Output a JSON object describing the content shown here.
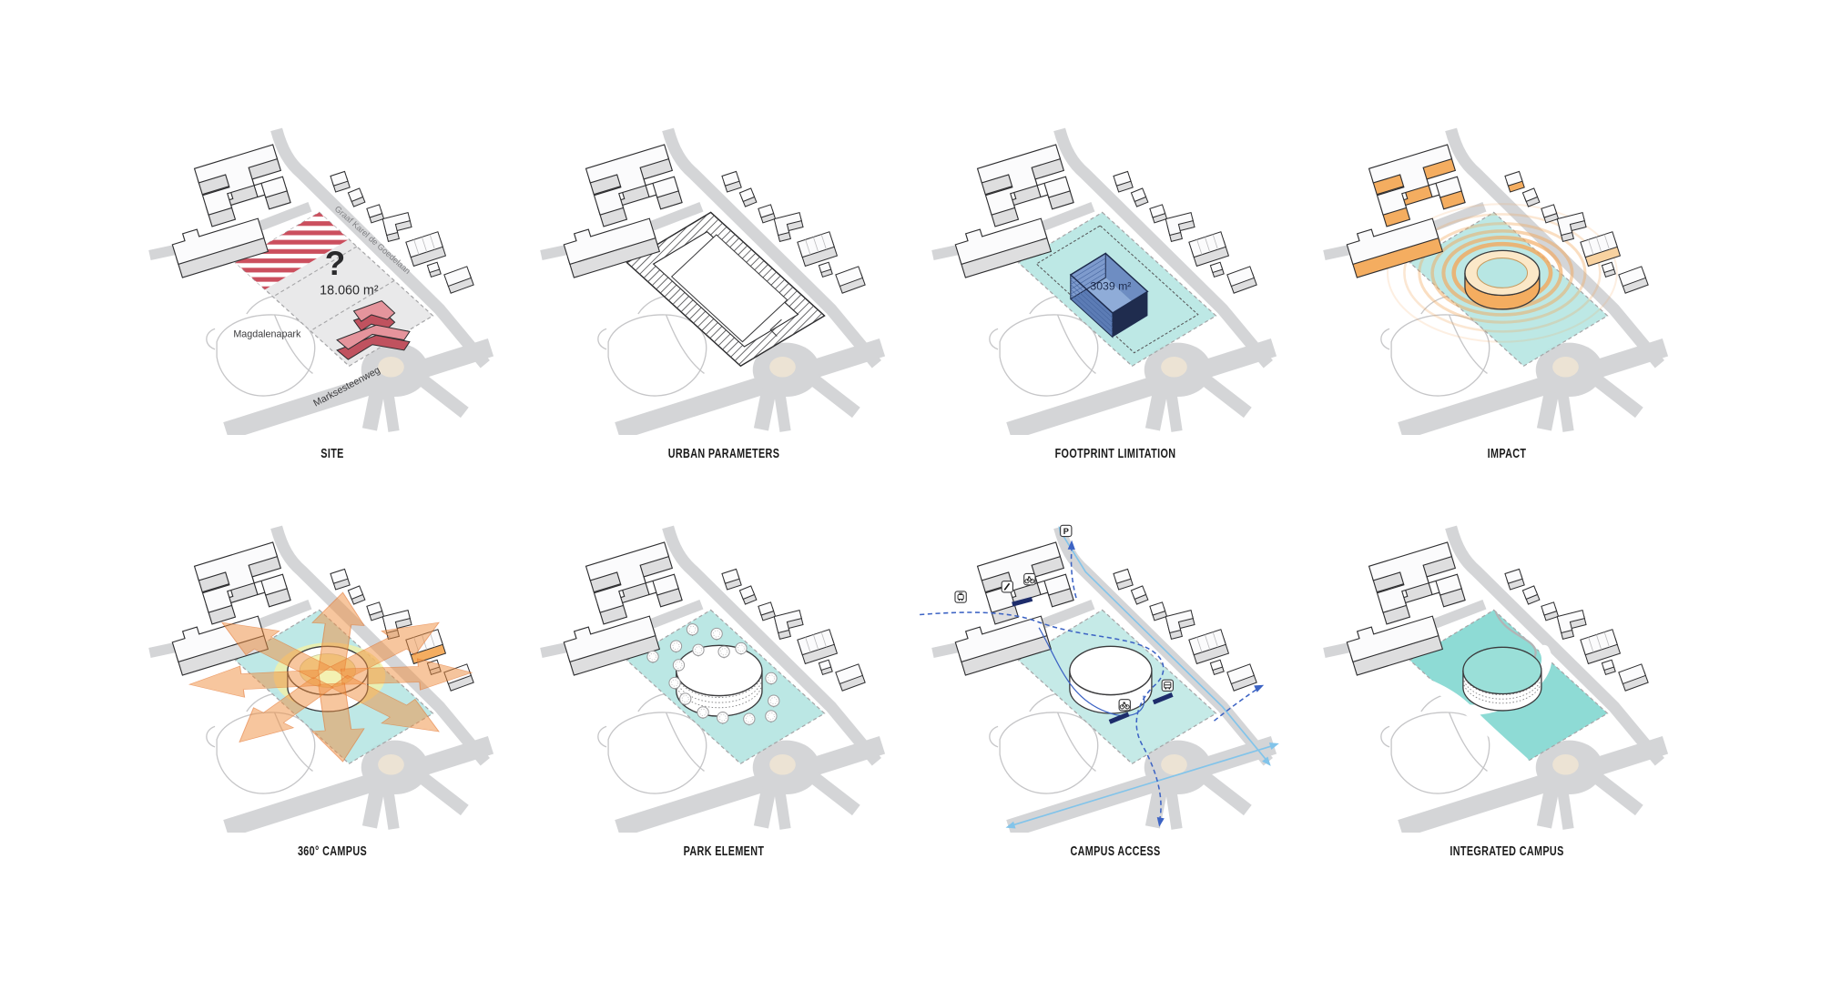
{
  "panels": [
    {
      "id": "site",
      "label": "SITE",
      "annotations": {
        "question_mark": "?",
        "area": "18.060 m²",
        "street_1": "Graaf Karel de Goedelaan",
        "park_name": "Magdalenapark",
        "street_2": "Marksesteenweg"
      }
    },
    {
      "id": "urban-parameters",
      "label": "URBAN PARAMETERS",
      "annotations": {}
    },
    {
      "id": "footprint-limitation",
      "label": "FOOTPRINT LIMITATION",
      "annotations": {
        "area": "3039 m²"
      }
    },
    {
      "id": "impact",
      "label": "IMPACT",
      "annotations": {}
    },
    {
      "id": "360-campus",
      "label": "360° CAMPUS",
      "annotations": {}
    },
    {
      "id": "park-element",
      "label": "PARK ELEMENT",
      "annotations": {}
    },
    {
      "id": "campus-access",
      "label": "CAMPUS ACCESS",
      "annotations": {
        "parking": "P"
      },
      "icons": [
        "parking-badge",
        "tram-badge",
        "crossing-badge",
        "bike-badge",
        "bus-badge"
      ]
    },
    {
      "id": "integrated-campus",
      "label": "INTEGRATED CAMPUS",
      "annotations": {}
    }
  ],
  "colors": {
    "road_gray": "#d4d5d7",
    "roundabout_beige": "#ece3d4",
    "park_line": "#c6c6c8",
    "site_gray": "#e9e9ea",
    "site_dash": "#a6a6a8",
    "teal": "#b7e6e3",
    "teal_strong": "#8edbd5",
    "teal_light": "#c2e9e6",
    "red": "#cb4f5e",
    "red_roof": "#e5949c",
    "red_wall": "#c0525f",
    "orange": "#f2a85c",
    "orange_wall": "#f4ad60",
    "orange_arrow": "#ef8e3e",
    "arrow_edge": "#e2702a",
    "cream": "#fbe8c8",
    "glow_yellow": "#f5f1a2",
    "box_wall": "#5c7cb5",
    "box_wall_light": "#7e9bcd",
    "box_floor": "#8facd8",
    "box_dark": "#1f2c4e",
    "box_line": "#1d2b4d",
    "route_blue": "#3c63c4",
    "route_light": "#82c4ea",
    "navy": "#1e2d6b",
    "building_wall": "#dededf",
    "building_roof": "#fbfbfc",
    "outline": "#2e2e30",
    "text_dark": "#2a2a2c",
    "street_gray": "#808184",
    "map_text": "#3a3a3c"
  }
}
